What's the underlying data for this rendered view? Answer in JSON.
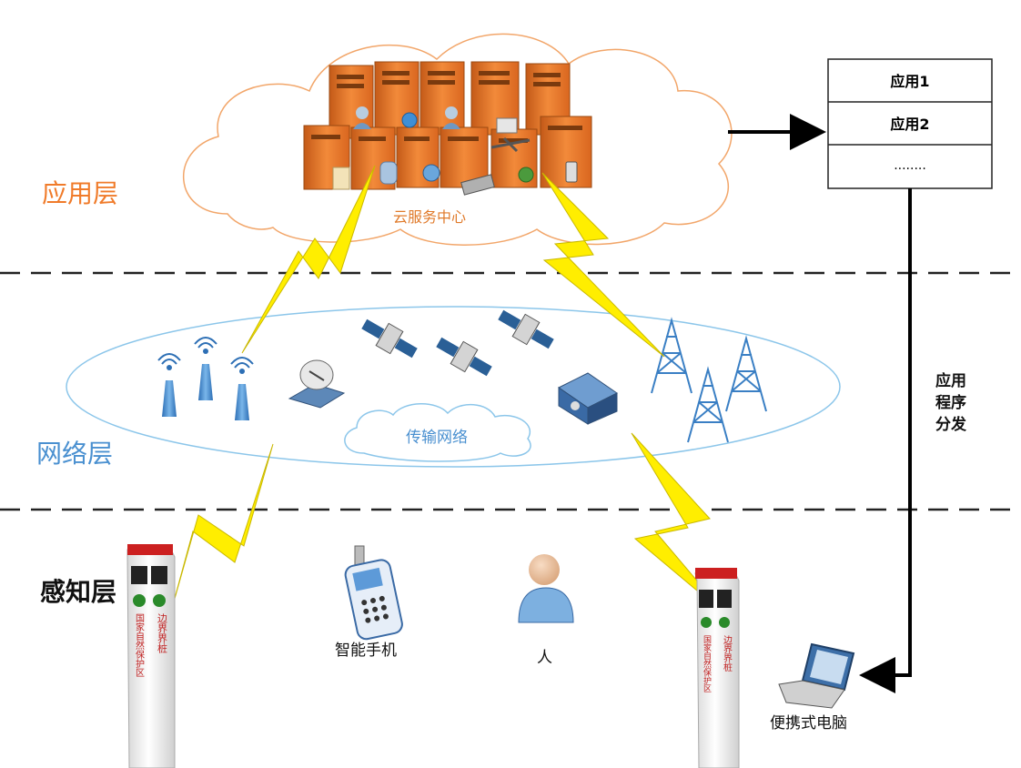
{
  "layers": {
    "application": {
      "label": "应用层",
      "color": "#f07b2a"
    },
    "network": {
      "label": "网络层",
      "color": "#4a90d0"
    },
    "perception": {
      "label": "感知层",
      "color": "#111111"
    }
  },
  "cloud": {
    "label": "云服务中心",
    "stroke_color": "#f2a66a",
    "text_color": "#e07a2a"
  },
  "app_list": {
    "items": [
      "应用1",
      "应用2",
      "........"
    ]
  },
  "distribution": {
    "lines": [
      "应用",
      "程序",
      "分发"
    ]
  },
  "network": {
    "cloud_label": "传输网络",
    "ellipse_color": "#8cc6ea",
    "label_color": "#4a90d0"
  },
  "devices": {
    "smartphone": "智能手机",
    "person": "人",
    "laptop": "便携式电脑",
    "marker_post_text": "边界界桩",
    "marker_post_side_text": "国家自然保护区"
  },
  "colors": {
    "lightning": "#ffee00",
    "lightning_stroke": "#c9b800",
    "server": "#e8782a",
    "tower": "#3a7fc4",
    "arrow": "#000000"
  }
}
